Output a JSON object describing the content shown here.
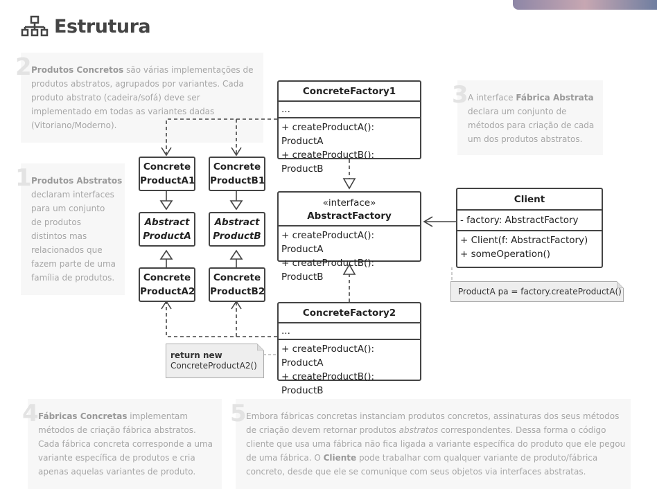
{
  "header": {
    "title": "Estrutura",
    "icon": "sitemap-icon"
  },
  "notes": {
    "n1": {
      "num": "1",
      "bold": "Produtos Abstratos",
      "lines": [
        "declaram interfaces",
        "para um conjunto",
        "de produtos",
        "distintos mas",
        "relacionados que",
        "fazem parte de uma",
        "família de produtos."
      ]
    },
    "n2": {
      "num": "2",
      "bold": "Produtos Concretos",
      "first": " são várias implementações de",
      "lines": [
        "produtos abstratos, agrupados por variantes. Cada",
        "produto abstrato (cadeira/sofá) deve ser",
        "implementado em todas as variantes dadas",
        "(Vitoriano/Moderno)."
      ]
    },
    "n3": {
      "num": "3",
      "pre": "A interface ",
      "bold": "Fábrica Abstrata",
      "lines": [
        "declara um conjunto de",
        "métodos para criação de cada",
        "um dos produtos abstratos."
      ]
    },
    "n4": {
      "num": "4",
      "bold": "Fábricas Concretas",
      "first": " implementam",
      "lines": [
        "métodos de criação fábrica abstratos.",
        "Cada fábrica concreta corresponde a uma",
        "variante específica de produtos e cria",
        "apenas aquelas variantes de produto."
      ]
    },
    "n5": {
      "num": "5",
      "l1": "Embora fábricas concretas instanciam produtos concretos, assinaturas dos seus métodos",
      "l2a": "de criação devem retornar produtos ",
      "l2i": "abstratos",
      "l2b": " correspondentes. Dessa forma o código",
      "l3": "cliente que usa uma fábrica não fica ligada a variante específica do produto que ele pegou",
      "l4a": "de uma fábrica. O ",
      "l4b": "Cliente",
      "l4c": " pode trabalhar com qualquer variante de produto/fábrica",
      "l5": "concreto, desde que ele se comunique com seus objetos via interfaces abstratas."
    }
  },
  "classes": {
    "cf1": {
      "name": "ConcreteFactory1",
      "fields": "...",
      "m1": "+ createProductA(): ProductA",
      "m2": "+ createProductB(): ProductB"
    },
    "af": {
      "stereo": "«interface»",
      "name": "AbstractFactory",
      "m1": "+ createProductA(): ProductA",
      "m2": "+ createProductB(): ProductB"
    },
    "cf2": {
      "name": "ConcreteFactory2",
      "fields": "...",
      "m1": "+ createProductA(): ProductA",
      "m2": "+ createProductB(): ProductB"
    },
    "client": {
      "name": "Client",
      "field": "- factory: AbstractFactory",
      "m1": "+ Client(f: AbstractFactory)",
      "m2": "+ someOperation()"
    },
    "cpa1": {
      "l1": "Concrete",
      "l2": "ProductA1"
    },
    "cpb1": {
      "l1": "Concrete",
      "l2": "ProductB1"
    },
    "apa": {
      "l1": "Abstract",
      "l2": "ProductA"
    },
    "apb": {
      "l1": "Abstract",
      "l2": "ProductB"
    },
    "cpa2": {
      "l1": "Concrete",
      "l2": "ProductA2"
    },
    "cpb2": {
      "l1": "Concrete",
      "l2": "ProductB2"
    }
  },
  "code_notes": {
    "client_note": "ProductA pa = factory.createProductA()",
    "cf2_note_bold": "return new",
    "cf2_note_rest": "ConcreteProductA2()"
  }
}
